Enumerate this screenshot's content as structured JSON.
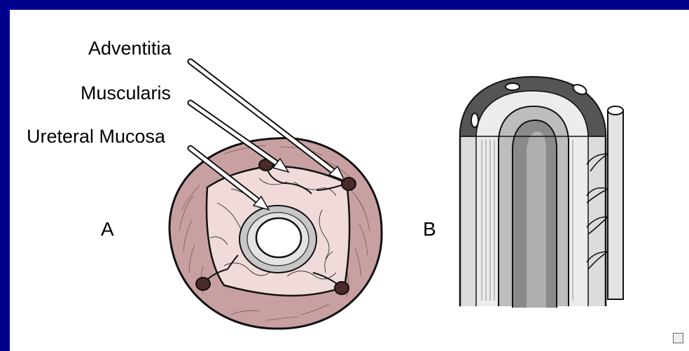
{
  "labels": {
    "adventitia": "Adventitia",
    "muscularis": "Muscularis",
    "ureteral_mucosa": "Ureteral Mucosa"
  },
  "panels": {
    "a": "A",
    "b": "B"
  },
  "colors": {
    "frame": "#00008b",
    "slide": "#ffffff",
    "adventitia_fill": "#c9a0a1",
    "muscularis_fill": "#f0dada",
    "mucosa_fill": "#c7c7c7",
    "ink": "#111111"
  },
  "icons": {
    "corner": "slide-nav-icon"
  }
}
